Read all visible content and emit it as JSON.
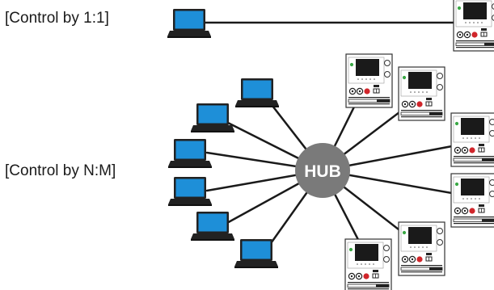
{
  "labels": {
    "one_to_one": "[Control by 1:1]",
    "n_to_m": "[Control by N:M]",
    "hub": "HUB"
  },
  "colors": {
    "line": "#1a1a1a",
    "hub": "#7a7a7a",
    "hub_text": "#ffffff",
    "screen": "#1e8fd8",
    "laptop_body": "#222222",
    "device_display": "#1a1a1a",
    "device_led": "#3aa845",
    "device_button_red": "#d0262b"
  },
  "icons": {
    "laptop": "laptop-icon",
    "device": "controller-device-icon",
    "hub": "hub-icon"
  }
}
